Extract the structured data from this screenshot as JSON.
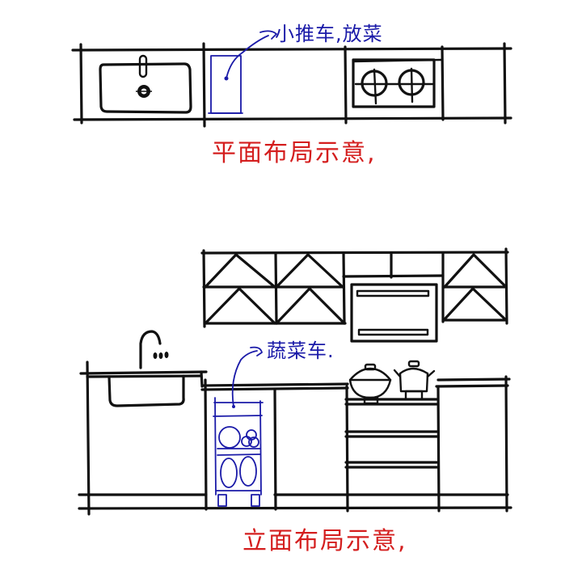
{
  "plan_view": {
    "title": "平面布局示意,",
    "annotation": "小推车,放菜",
    "modules": [
      {
        "name": "sink-cabinet",
        "item": "sink"
      },
      {
        "name": "cart-slot",
        "item": "cart"
      },
      {
        "name": "open-counter",
        "item": ""
      },
      {
        "name": "stove-cabinet",
        "item": "two-burner-hob"
      },
      {
        "name": "end-cabinet",
        "item": ""
      }
    ]
  },
  "elevation_view": {
    "title": "立面布局示意,",
    "annotation": "蔬菜车.",
    "upper_cabinets": [
      "wall-cabinet",
      "wall-cabinet",
      "range-hood",
      "wall-cabinet"
    ],
    "base_cabinets": [
      "sink-cabinet",
      "vegetable-cart",
      "side-cabinet",
      "stove-drawers",
      "end-cabinet"
    ]
  },
  "colors": {
    "ink": "#111111",
    "annotation": "#1a1aa8",
    "title": "#d41e1e"
  }
}
